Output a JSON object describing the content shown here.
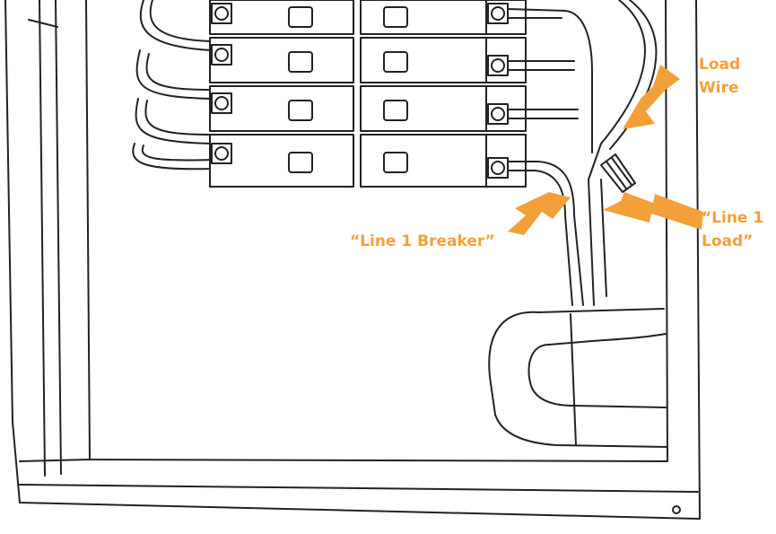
{
  "colors": {
    "accent": "#f4a03a",
    "line": "#222222",
    "fill": "#ffffff"
  },
  "labels": {
    "load_wire": {
      "line1": "Load",
      "line2": "Wire"
    },
    "line1_breaker": "“Line 1 Breaker”",
    "line1_load": {
      "line1": "“Line 1",
      "line2": "Load”"
    }
  }
}
